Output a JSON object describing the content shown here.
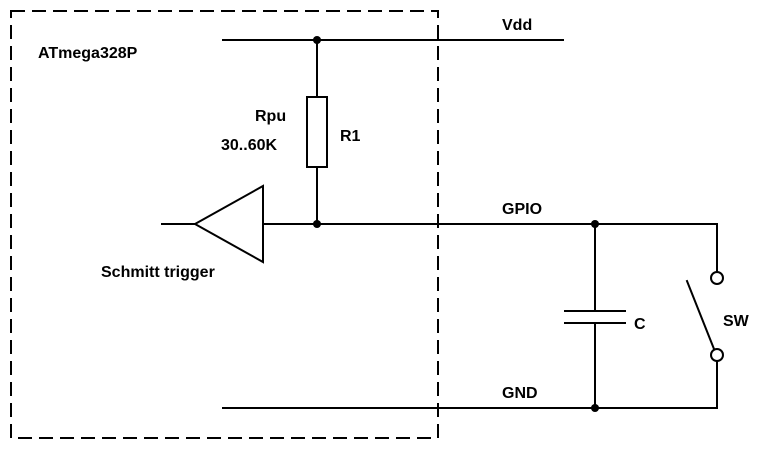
{
  "chip": {
    "name": "ATmega328P"
  },
  "nets": {
    "supply": "Vdd",
    "signal": "GPIO",
    "ground": "GND"
  },
  "resistor": {
    "ref": "R1",
    "name": "Rpu",
    "value": "30..60K"
  },
  "buffer": {
    "name": "Schmitt trigger"
  },
  "capacitor": {
    "ref": "C"
  },
  "switch": {
    "ref": "SW"
  }
}
